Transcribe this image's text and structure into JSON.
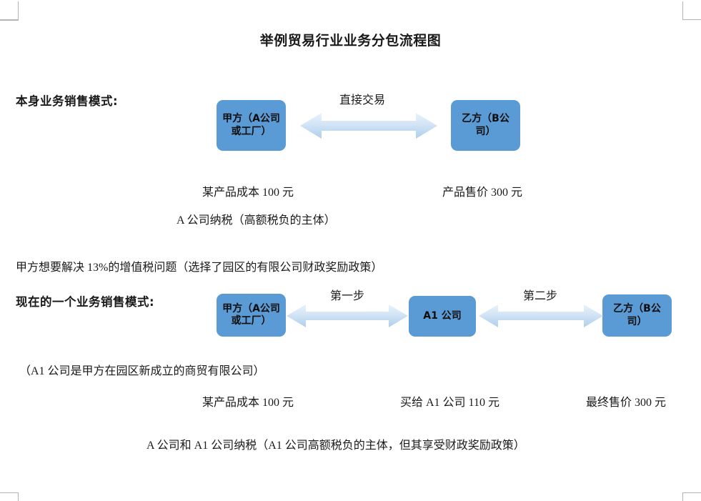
{
  "document": {
    "title": "举例贸易行业业务分包流程图"
  },
  "colors": {
    "node_fill": "#5B9BD5",
    "arrow_light": "#DEEAF6",
    "arrow_mid": "#BDD7EE",
    "text": "#1A1A1A",
    "page_background": "#FFFFFF",
    "margin_mark": "#B4B4B4"
  },
  "section_one": {
    "heading": "本身业务销售模式:",
    "node_left": "甲方（A公司或工厂）",
    "node_right": "乙方（B公司）",
    "arrow_label": "直接交易",
    "caption_left": "某产品成本 100 元",
    "caption_right": "产品售价 300 元",
    "note": "A 公司纳税（高额税负的主体）"
  },
  "transition_note": "甲方想要解决 13%的增值税问题（选择了园区的有限公司财政奖励政策）",
  "section_two": {
    "heading": "现在的一个业务销售模式:",
    "node_left": "甲方（A公司或工厂）",
    "node_middle": "A1 公司",
    "node_right": "乙方（B公司）",
    "arrow_label_first": "第一步",
    "arrow_label_second": "第二步",
    "subnote": "（A1 公司是甲方在园区新成立的商贸有限公司）",
    "caption_left": "某产品成本 100 元",
    "caption_middle": "买给 A1 公司 110 元",
    "caption_right": "最终售价 300 元",
    "note": "A 公司和 A1 公司纳税（A1 公司高额税负的主体，但其享受财政奖励政策）"
  }
}
